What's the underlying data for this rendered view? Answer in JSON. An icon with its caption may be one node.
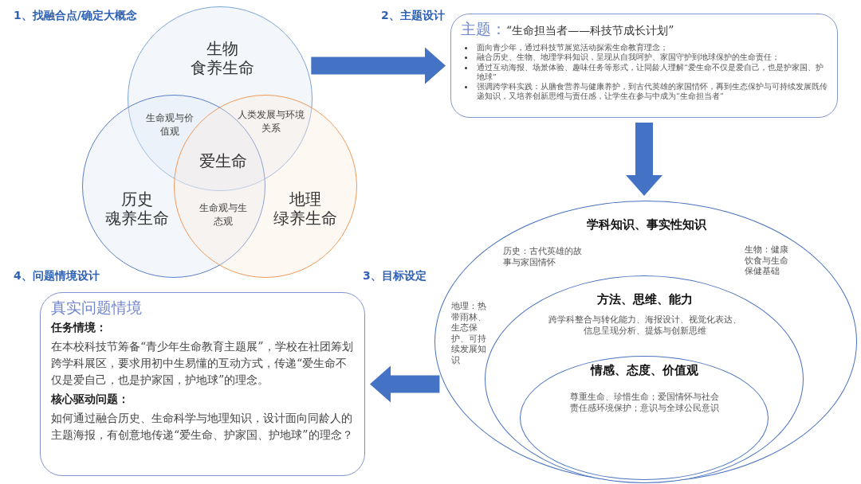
{
  "diagram": {
    "nodes": [
      {
        "text": [
          "生物",
          "食养生命"
        ]
      },
      {
        "text": [
          "历史",
          "魂养生命"
        ]
      },
      {
        "text": [
          "地理",
          "绿养生命"
        ]
      },
      {
        "text": [
          "主题：",
          "“生命担当者——科技节成长计划”",
          "面向青少年，通过科技节展览活动探索生命教育理念；",
          "融合历史、生物、地理学科知识，呈现从自我呵护、家国守护到地球保护的生命责任；",
          "通过互动海报、场景体验、趣味任务等形式，让同龄人理解“爱生命不仅是爱自己，也是护家国、护地球”",
          "强调跨学科实践：从膳食营养与健康养护，到古代英雄的家国情怀，再到生态保护与可持续发展既传递知识，又培养创新思维与责任感，让学生在参与中成为“生命担当者”"
        ]
      },
      {
        "text": [
          "学科知识、事实性知识",
          "历史：古代英雄的故事与家国情怀",
          "生物：健康饮食与生命保健基础",
          "地理：热带雨林、生态保护、可持续发展知识"
        ]
      },
      {
        "text": [
          "方法、思维、能力",
          "跨学科整合与转化能力、海报设计、视觉化表达、信息呈现分析、提炼与创新思维"
        ],
        "in": 4
      },
      {
        "text": [
          "情感、态度、价值观",
          "尊重生命、珍惜生命；爱国情怀与社会责任感环境保护；意识与全球公民意识"
        ],
        "in": 5
      },
      {
        "text": [
          "真实问题情境",
          "任务情境：",
          "在本校科技节筹备“青少年生命教育主题展”，学校在社团筹划跨学科展区，要求用初中生易懂的互动方式，传递“爱生命不仅是爱自己，也是护家国，护地球”的理念。",
          "核心驱动问题：",
          "如何通过融合历史、生命科学与地理知识，设计面向同龄人的主题海报，有创意地传递“爱生命、护家国、护地球”的理念？"
        ]
      }
    ],
    "edges": [
      {
        "from": 0,
        "to": 3,
        "arrow": "to"
      },
      {
        "from": 3,
        "to": 4,
        "arrow": "to"
      },
      {
        "from": 4,
        "to": 7,
        "arrow": "to"
      }
    ],
    "labels": [
      "1、找融合点/确定大概念",
      "生命观与价值观",
      "人类发展与环境关系",
      "爱生命",
      "生命观与生态观",
      "2、主题设计",
      "4、问题情境设计",
      "3、目标设定"
    ]
  }
}
